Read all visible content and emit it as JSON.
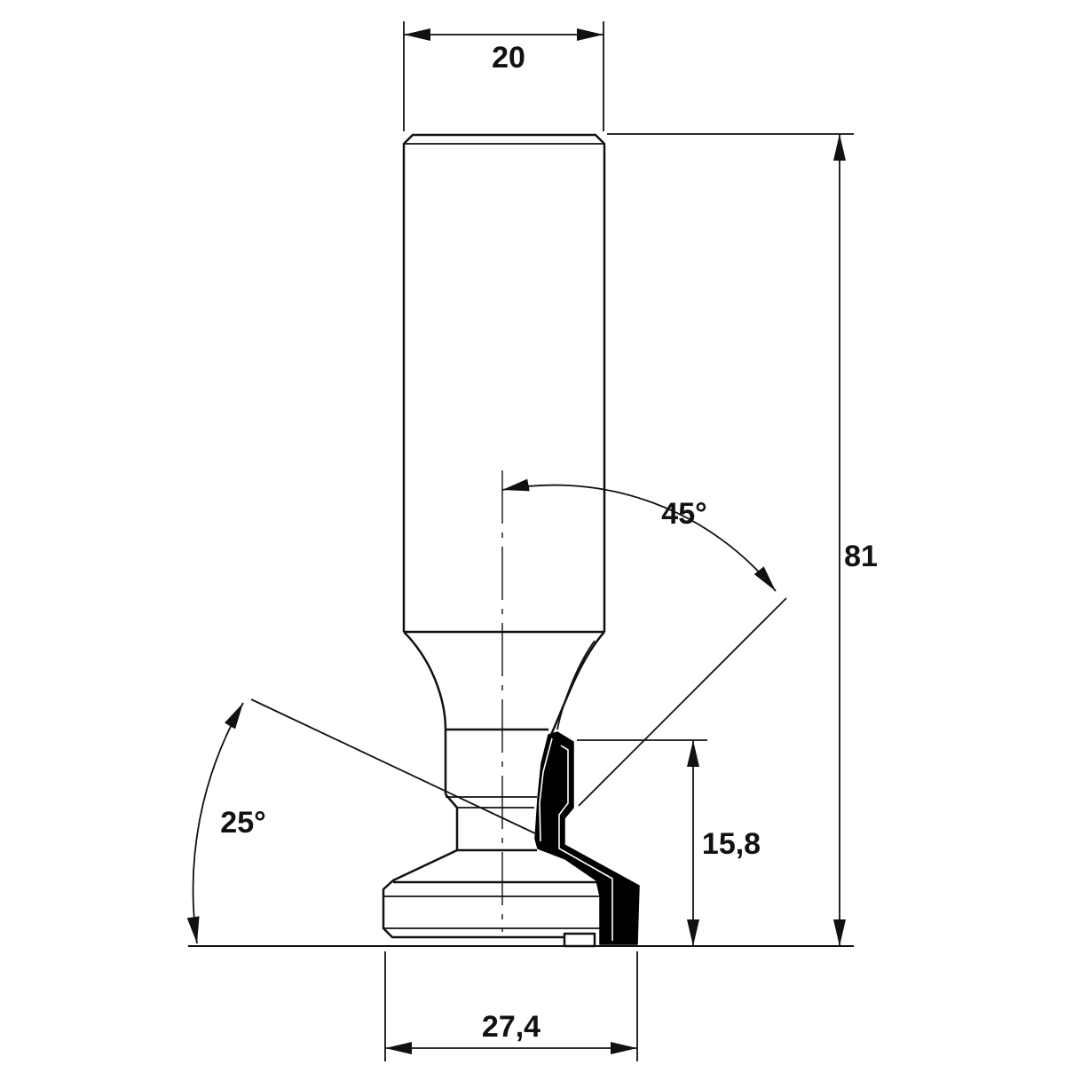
{
  "drawing": {
    "dimensions": {
      "shank_diameter": "20",
      "overall_length": "81",
      "cutting_diameter": "27,4",
      "cutting_height": "15,8",
      "bevel_angle": "45°",
      "relief_angle": "25°"
    },
    "colors": {
      "line": "#111111",
      "insert": "#000000",
      "background": "#ffffff"
    }
  }
}
